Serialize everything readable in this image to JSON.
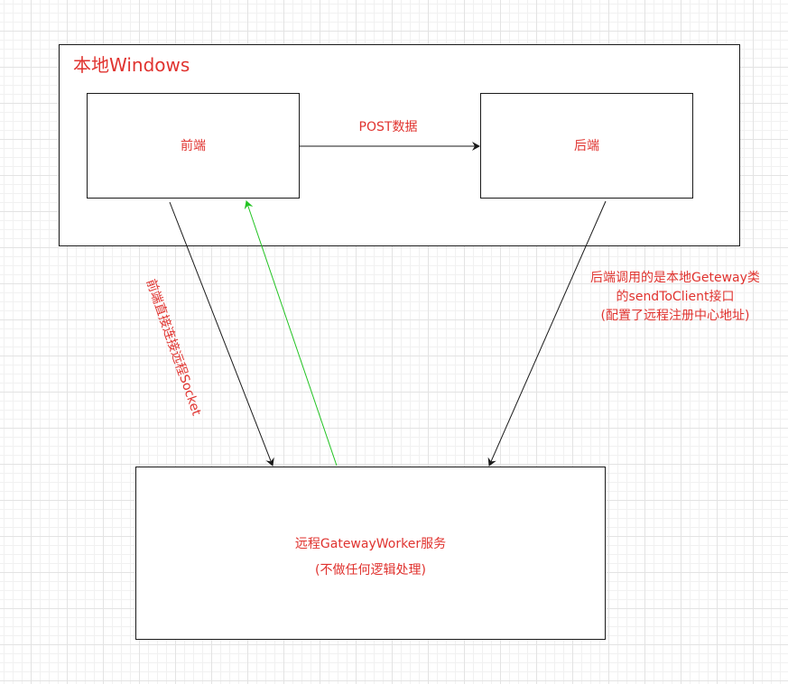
{
  "container": {
    "title": "本地Windows"
  },
  "nodes": {
    "frontend": {
      "label": "前端"
    },
    "backend": {
      "label": "后端"
    },
    "remote": {
      "title": "远程GatewayWorker服务",
      "note": "(不做任何逻辑处理)"
    }
  },
  "edges": {
    "post": {
      "label": "POST数据"
    },
    "frontend_socket": {
      "label": "前端直接连接远程Socket"
    },
    "backend_call": {
      "lines": [
        "后端调用的是本地Geteway类",
        "的sendToClient接口",
        "(配置了远程注册中心地址)"
      ]
    }
  },
  "colors": {
    "text": "#e0332f",
    "return_arrow": "#22c322",
    "stroke": "#1a1a1a"
  }
}
